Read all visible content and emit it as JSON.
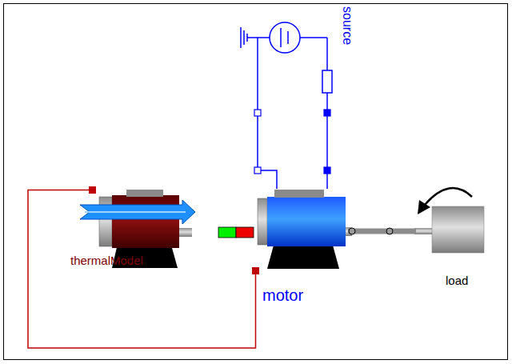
{
  "diagram": {
    "nodes": [
      {
        "text": [
          "source"
        ]
      },
      {
        "text": [
          "thermalModel"
        ]
      },
      {
        "text": [
          "motor"
        ]
      },
      {
        "text": [
          "load"
        ]
      }
    ],
    "edges": [
      {
        "from": 1,
        "to": 2,
        "arrow": "none"
      },
      {
        "from": 0,
        "to": 2,
        "arrow": "none"
      },
      {
        "from": 0,
        "to": 2,
        "arrow": "none"
      },
      {
        "from": 2,
        "to": 3,
        "arrow": "none"
      }
    ]
  }
}
